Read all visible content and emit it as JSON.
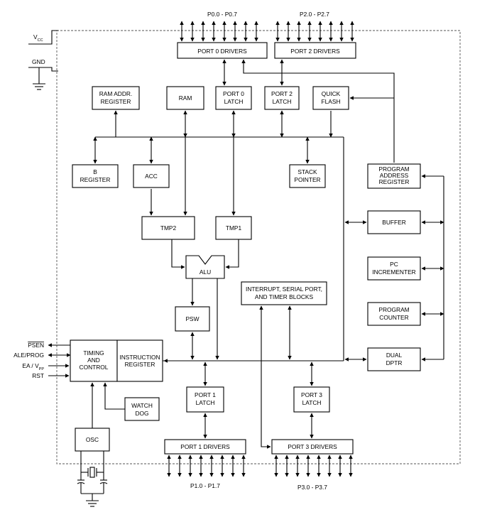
{
  "pins": {
    "vcc": "V",
    "vcc_sub": "CC",
    "gnd": "GND",
    "p0": "P0.0 - P0.7",
    "p2": "P2.0 - P2.7",
    "p1": "P1.0 - P1.7",
    "p3": "P3.0 - P3.7",
    "psen": "PSEN",
    "ale": "ALE/PROG",
    "ea": "EA / V",
    "ea_sub": "PP",
    "rst": "RST"
  },
  "blocks": {
    "port0_drivers": "PORT 0 DRIVERS",
    "port2_drivers": "PORT 2 DRIVERS",
    "ram_addr": [
      "RAM ADDR.",
      "REGISTER"
    ],
    "ram": "RAM",
    "port0_latch": [
      "PORT 0",
      "LATCH"
    ],
    "port2_latch": [
      "PORT 2",
      "LATCH"
    ],
    "quick_flash": [
      "QUICK",
      "FLASH"
    ],
    "b_register": [
      "B",
      "REGISTER"
    ],
    "acc": "ACC",
    "stack_pointer": [
      "STACK",
      "POINTER"
    ],
    "program_address": [
      "PROGRAM",
      "ADDRESS",
      "REGISTER"
    ],
    "tmp2": "TMP2",
    "tmp1": "TMP1",
    "buffer": "BUFFER",
    "alu": "ALU",
    "interrupt": [
      "INTERRUPT, SERIAL PORT,",
      "AND TIMER BLOCKS"
    ],
    "pc_incrementer": [
      "PC",
      "INCREMENTER"
    ],
    "psw": "PSW",
    "program_counter": [
      "PROGRAM",
      "COUNTER"
    ],
    "timing": [
      "TIMING",
      "AND",
      "CONTROL"
    ],
    "instruction": [
      "INSTRUCTION",
      "REGISTER"
    ],
    "dual_dptr": [
      "DUAL",
      "DPTR"
    ],
    "port1_latch": [
      "PORT 1",
      "LATCH"
    ],
    "port3_latch": [
      "PORT 3",
      "LATCH"
    ],
    "watchdog": [
      "WATCH",
      "DOG"
    ],
    "osc": "OSC",
    "port1_drivers": "PORT 1 DRIVERS",
    "port3_drivers": "PORT 3 DRIVERS"
  }
}
